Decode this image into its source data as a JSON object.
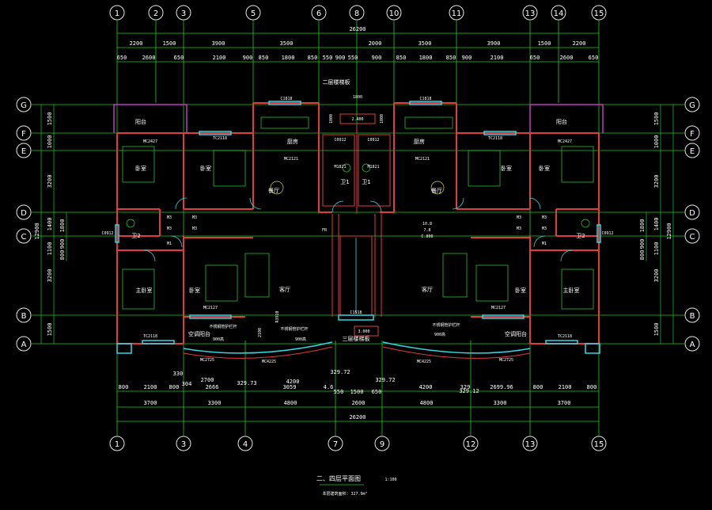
{
  "axes_top": [
    "1",
    "2",
    "3",
    "5",
    "6",
    "8",
    "10",
    "11",
    "13",
    "14",
    "15"
  ],
  "axes_bottom": [
    "1",
    "3",
    "4",
    "7",
    "9",
    "12",
    "13",
    "15"
  ],
  "axes_left": [
    "G",
    "F",
    "E",
    "D",
    "C",
    "B",
    "A"
  ],
  "axes_right": [
    "G",
    "F",
    "E",
    "D",
    "C",
    "B",
    "A"
  ],
  "dims_top_total": "26200",
  "dims_top_row1": [
    "2200",
    "1500",
    "3900",
    "3500",
    "2000",
    "3500",
    "3900",
    "1500",
    "2200"
  ],
  "dims_top_row2": [
    "650",
    "2600",
    "650",
    "2100",
    "900",
    "850",
    "1800",
    "850",
    "550",
    "900",
    "550",
    "900",
    "850",
    "1800",
    "850",
    "900",
    "2100",
    "650",
    "2600",
    "650"
  ],
  "dims_bottom_row1": [
    "800",
    "2100",
    "800",
    "2666",
    "3059",
    "4.6",
    "550",
    "1500",
    "650",
    "4200",
    "329",
    "2699.96",
    "800",
    "2100",
    "800"
  ],
  "dims_bottom_row2": [
    "3700",
    "3300",
    "4800",
    "2600",
    "4800",
    "3300",
    "3700"
  ],
  "dims_bottom_total": "26200",
  "dims_bottom_misc": [
    "330",
    "2700",
    "304",
    "329.73",
    "329.72",
    "329.72",
    "4200",
    "329.12"
  ],
  "dims_left_inner": [
    "1500",
    "1000",
    "3200",
    "1400",
    "1100",
    "3200",
    "1500"
  ],
  "dims_left_outer": [
    "12900",
    "1800",
    "900",
    "800"
  ],
  "dims_right_inner": [
    "1500",
    "1000",
    "3200",
    "1400",
    "1100",
    "3200",
    "1500"
  ],
  "dims_right_outer": [
    "12900",
    "1800",
    "900",
    "800"
  ],
  "rooms": {
    "balcony_l": "阳台",
    "balcony_r": "阳台",
    "bedroom_l1": "卧室",
    "bedroom_l2": "卧室",
    "bedroom_r1": "卧室",
    "bedroom_r2": "卧室",
    "kitchen_l": "厨房",
    "kitchen_r": "厨房",
    "dining_l": "餐厅",
    "dining_r": "餐厅",
    "wc_l": "卫2",
    "wc_r": "卫2",
    "master_l": "主卧室",
    "master_r": "主卧室",
    "bedroom_l3": "卧室",
    "bedroom_r3": "卧室",
    "living_l": "客厅",
    "living_r": "客厅",
    "wc1_l": "卫1",
    "wc1_r": "卫1",
    "stair_note_top": "二层楼梯板",
    "stair_note_bottom": "三层楼梯板",
    "garden_l": "空调阳台",
    "garden_r": "空调阳台",
    "rail_l": "不锈钢管护栏杆",
    "rail_r": "不锈钢管护栏杆",
    "rail_len_l": "900高",
    "rail_len_r": "900高",
    "rail_note_mid": "不锈钢管护栏杆",
    "rail_len_mid": "900高"
  },
  "tags": {
    "c1": "C1818",
    "c2": "C1818",
    "m1": "MC2427",
    "m2": "MC2427",
    "tc1": "TC2118",
    "tc2": "TC2118",
    "mc2121a": "MC2121",
    "mc2121b": "MC2121",
    "m1821a": "M1821",
    "m1821b": "M1821",
    "c0912a": "C0912",
    "c0912b": "C0912",
    "m3a": "M3",
    "m3b": "M3",
    "m3c": "M3",
    "m3d": "M3",
    "m3e": "M3",
    "m3f": "M3",
    "m3g": "M3",
    "m3h": "M3",
    "mc2127a": "MC2127",
    "mc2127b": "MC2127",
    "tc2118a": "TC2118",
    "tc2118b": "TC2118",
    "mc2725a": "MC2725",
    "mc2725b": "MC2725",
    "mc4225a": "MC4225",
    "mc4225b": "MC4225",
    "c1518": "C1518",
    "c0912c": "C0912",
    "c0912d": "C0912",
    "m1a": "M1",
    "m1b": "M1",
    "fr": "FR",
    "elev_top": "2.400",
    "elev_mid": "3.000",
    "elev_r1": "10.8",
    "elev_r2": "7.8",
    "elev_r3": "C.800",
    "dim1800": "1800",
    "dim1000a": "1000",
    "dim1000b": "1000",
    "dim2100": "2100",
    "r3": "R3910"
  },
  "drawing_title": "二、四层平面图",
  "drawing_scale": "1:100",
  "drawing_area": "本层建筑面积: 327.9m²"
}
